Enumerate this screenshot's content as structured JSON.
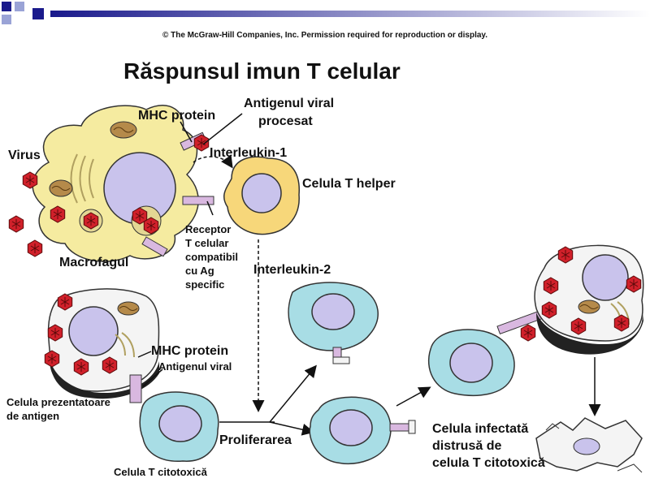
{
  "copyright": "© The McGraw-Hill Companies, Inc. Permission required for reproduction or display.",
  "title": "Răspunsul imun T celular",
  "labels": {
    "mhc_top": "MHC protein",
    "antigen_top_1": "Antigenul viral",
    "antigen_top_2": "procesat",
    "virus": "Virus",
    "interleukin1": "Interleukin-1",
    "helper": "Celula T helper",
    "receptor_1": "Receptor",
    "receptor_2": "T celular",
    "receptor_3": "compatibil",
    "receptor_4": "cu Ag",
    "receptor_5": "specific",
    "macrofag": "Macrofagul",
    "interleukin2": "Interleukin-2",
    "mhc_bottom": "MHC protein",
    "antigen_bottom": "Antigenul viral",
    "apc_1": "Celula prezentatoare",
    "apc_2": "de antigen",
    "proliferare": "Proliferarea",
    "cytotoxic": "Celula T citotoxică",
    "infected_1": "Celula infectată",
    "infected_2": "distrusă de",
    "infected_3": "celula T citotoxică"
  },
  "colors": {
    "header_blue": "#1a1a8c",
    "macrophage": "#f5eba0",
    "t_helper": "#f7d77a",
    "t_cytotoxic": "#a8dde5",
    "nucleus": "#c9c3ec",
    "virus": "#d0202a",
    "receptor": "#d9b8e0"
  }
}
